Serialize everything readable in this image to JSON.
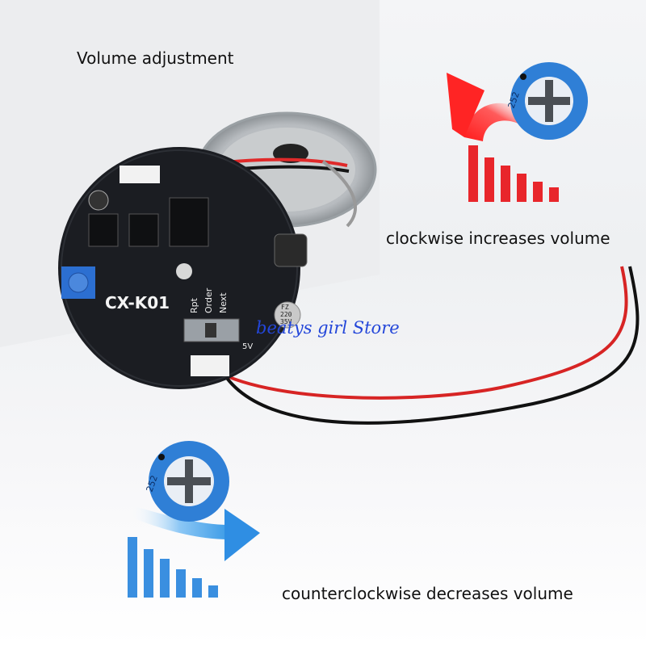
{
  "title": "Volume adjustment",
  "clockwise_label": "clockwise increases volume",
  "counterclockwise_label": "counterclockwise decreases volume",
  "watermark": "beatys girl Store",
  "board": {
    "model": "CX-K01",
    "switch_labels": [
      "Rpt",
      "Order",
      "Next"
    ],
    "capacitor_text": [
      "FZ",
      "220",
      "35V"
    ],
    "voltage_label": "5V"
  },
  "knob_label": "252",
  "volume_bars": {
    "increase_levels": 6,
    "decrease_levels": 6
  },
  "colors": {
    "increase": "#e8262b",
    "decrease": "#3a8fe0",
    "board": "#1b1d22",
    "knob": "#2f7fd6"
  },
  "icons": [
    "arrow-clockwise-icon",
    "arrow-counterclockwise-icon",
    "volume-bars-icon",
    "potentiometer-knob-icon"
  ]
}
